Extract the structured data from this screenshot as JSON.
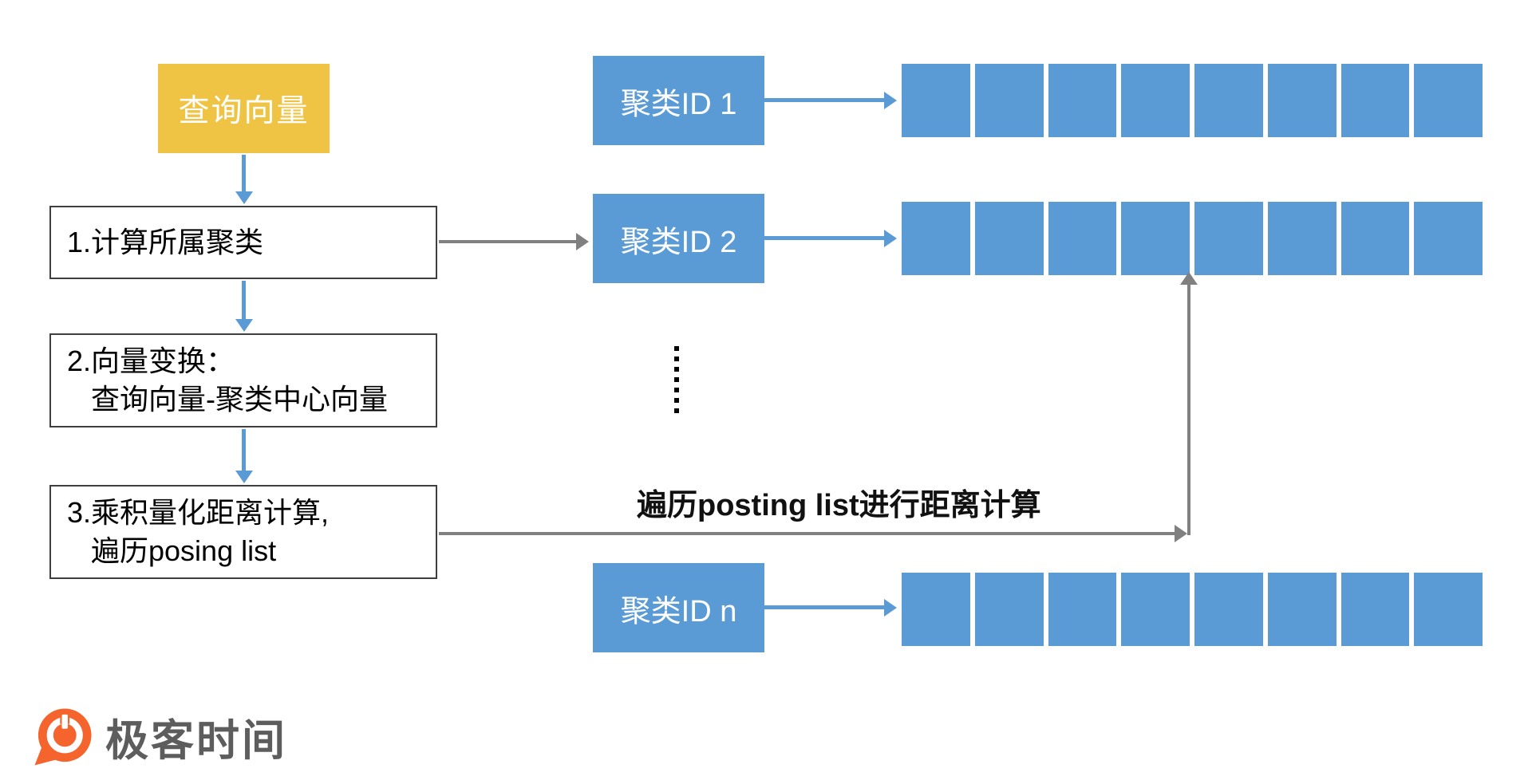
{
  "colors": {
    "gold": "#EFC343",
    "blue": "#5B9BD5",
    "gray_arrow": "#808080",
    "box_border": "#3F3F3F",
    "logo_orange": "#F4642C",
    "logo_text_gray": "#5D5D5D"
  },
  "flow": {
    "query_box": "查询向量",
    "steps": [
      {
        "lines": [
          "1.计算所属聚类"
        ]
      },
      {
        "lines": [
          "2.向量变换：",
          "查询向量-聚类中心向量"
        ]
      },
      {
        "lines": [
          "3.乘积量化距离计算,",
          "遍历posing list"
        ]
      }
    ]
  },
  "clusters": {
    "items": [
      {
        "label": "聚类ID 1"
      },
      {
        "label": "聚类ID 2"
      },
      {
        "label": "聚类ID n"
      }
    ],
    "ellipsis": "⋮",
    "ellipsis_dot_count": 7,
    "posting_cell_count": 8,
    "posting_row_count": 3
  },
  "annotation": {
    "text": "遍历posting list进行距离计算"
  },
  "footer": {
    "brand": "极客时间"
  }
}
